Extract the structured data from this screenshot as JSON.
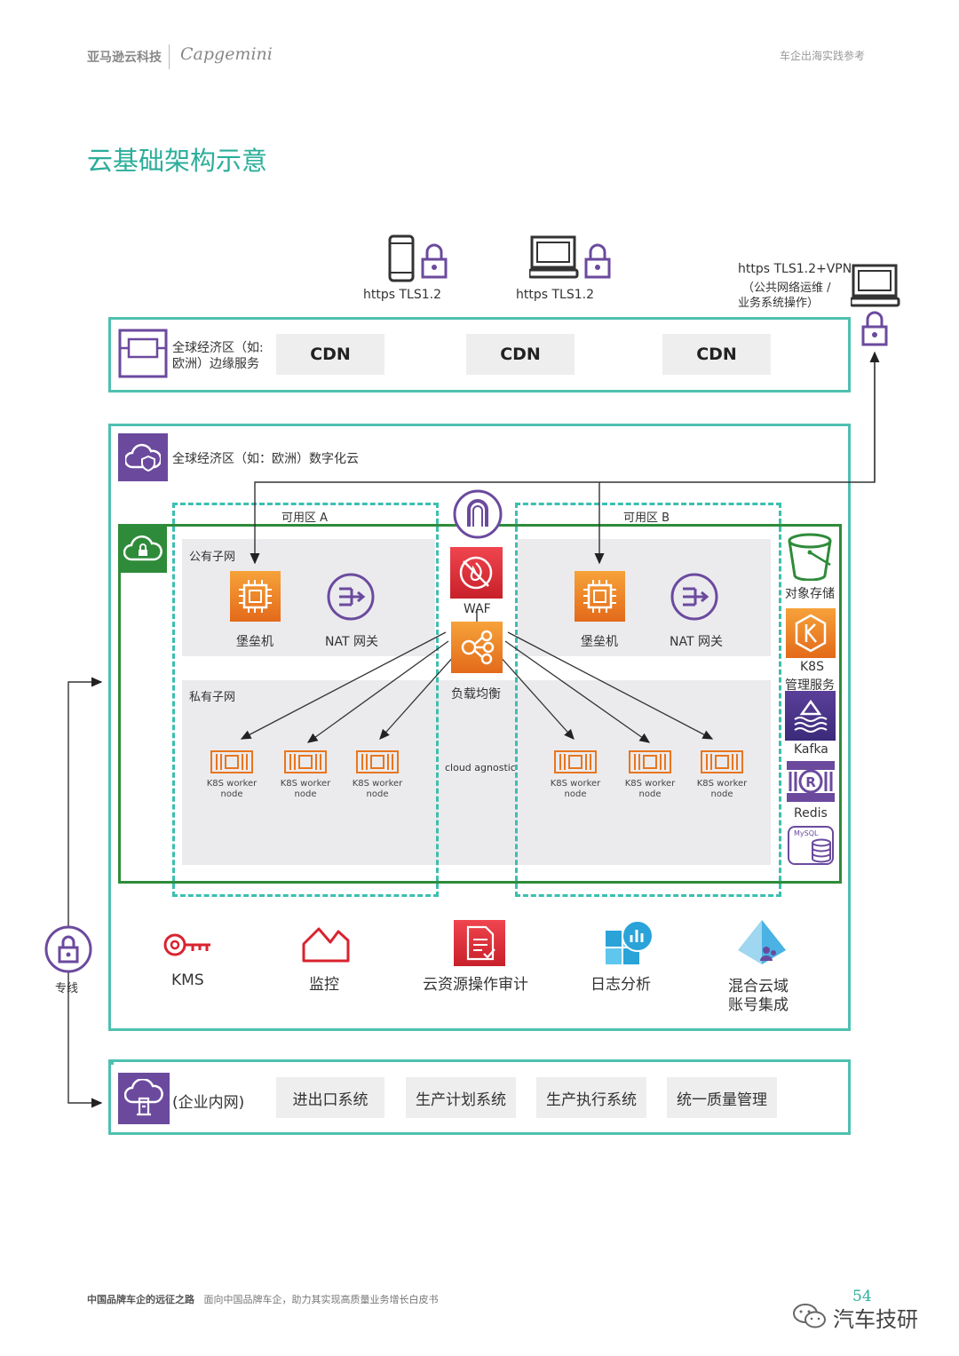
{
  "header": {
    "logo_cn": "亚马逊云科技",
    "logo_cap": "Capgemini",
    "right": "车企出海实践参考"
  },
  "title": "云基础架构示意",
  "clients": {
    "mobile_label": "https TLS1.2",
    "desktop_label": "https TLS1.2",
    "ops_line1": "https TLS1.2+VPN",
    "ops_line2": "（公共网络运维 /",
    "ops_line3": "业务系统操作）"
  },
  "edge": {
    "label_line1": "全球经济区（如:",
    "label_line2": "欧洲）边缘服务",
    "cdn": [
      "CDN",
      "CDN",
      "CDN"
    ]
  },
  "cloud": {
    "label": "全球经济区（如：欧洲）数字化云",
    "az_a": "可用区 A",
    "az_b": "可用区 B",
    "public_subnet": "公有子网",
    "private_subnet": "私有子网",
    "bastion_a": "堡垒机",
    "nat_a": "NAT 网关",
    "bastion_b": "堡垒机",
    "nat_b": "NAT 网关",
    "waf": "WAF",
    "lb": "负载均衡",
    "agnostic": "cloud agnostic",
    "k8s_line1": "K8S worker",
    "k8s_line2": "node",
    "right_stack": {
      "object_storage": "对象存储",
      "k8s_mgmt_line1": "K8S",
      "k8s_mgmt_line2": "管理服务",
      "kafka": "Kafka",
      "redis": "Redis",
      "mysql": "MySQL"
    },
    "services": {
      "kms": "KMS",
      "monitor": "监控",
      "audit": "云资源操作审计",
      "log": "日志分析",
      "hybrid_line1": "混合云域",
      "hybrid_line2": "账号集成"
    }
  },
  "dedicated_line": "专线",
  "enterprise": {
    "label": "(企业内网)",
    "systems": [
      "进出口系统",
      "生产计划系统",
      "生产执行系统",
      "统一质量管理"
    ]
  },
  "footer": {
    "left_bold": "中国品牌车企的远征之路",
    "left": "面向中国品牌车企，助力其实现高质量业务增长白皮书",
    "page": "54",
    "watermark": "汽车技研"
  },
  "colors": {
    "teal": "#4fc0b0",
    "green": "#2e8b3a",
    "purple": "#6b4a9e",
    "orange": "#e8761e",
    "red": "#d9232e"
  }
}
